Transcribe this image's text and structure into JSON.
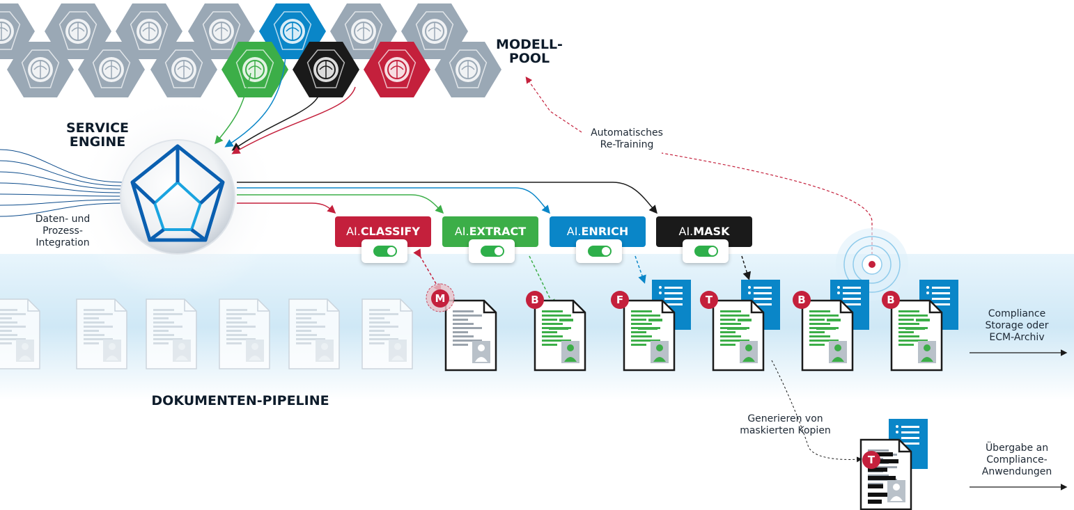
{
  "model_pool": {
    "title_line1": "MODELL-",
    "title_line2": "POOL"
  },
  "service_engine": {
    "title_line1": "SERVICE",
    "title_line2": "ENGINE"
  },
  "integration_label": {
    "line1": "Daten- und",
    "line2": "Prozess-",
    "line3": "Integration"
  },
  "retraining_label": {
    "line1": "Automatisches",
    "line2": "Re-Training"
  },
  "modules": [
    {
      "prefix": "AI.",
      "name": "CLASSIFY",
      "color": "#c4203c"
    },
    {
      "prefix": "AI.",
      "name": "EXTRACT",
      "color": "#3cae48"
    },
    {
      "prefix": "AI.",
      "name": "ENRICH",
      "color": "#0a86c8"
    },
    {
      "prefix": "AI.",
      "name": "MASK",
      "color": "#1a1a1a"
    }
  ],
  "badges": [
    "M",
    "B",
    "F",
    "T",
    "B",
    "B",
    "T"
  ],
  "pipeline_label": "DOKUMENTEN-PIPELINE",
  "storage_label": {
    "line1": "Compliance",
    "line2": "Storage oder",
    "line3": "ECM-Archiv"
  },
  "copies_label": {
    "line1": "Generieren von",
    "line2": "maskierten Kopien"
  },
  "handover_label": {
    "line1": "Übergabe an",
    "line2": "Compliance-",
    "line3": "Anwendungen"
  },
  "colors": {
    "red": "#c4203c",
    "green": "#3cae48",
    "blue": "#0a86c8",
    "black": "#1a1a1a",
    "gray_model": "#9aa8b5",
    "pipeline": "#cfe8f6"
  }
}
